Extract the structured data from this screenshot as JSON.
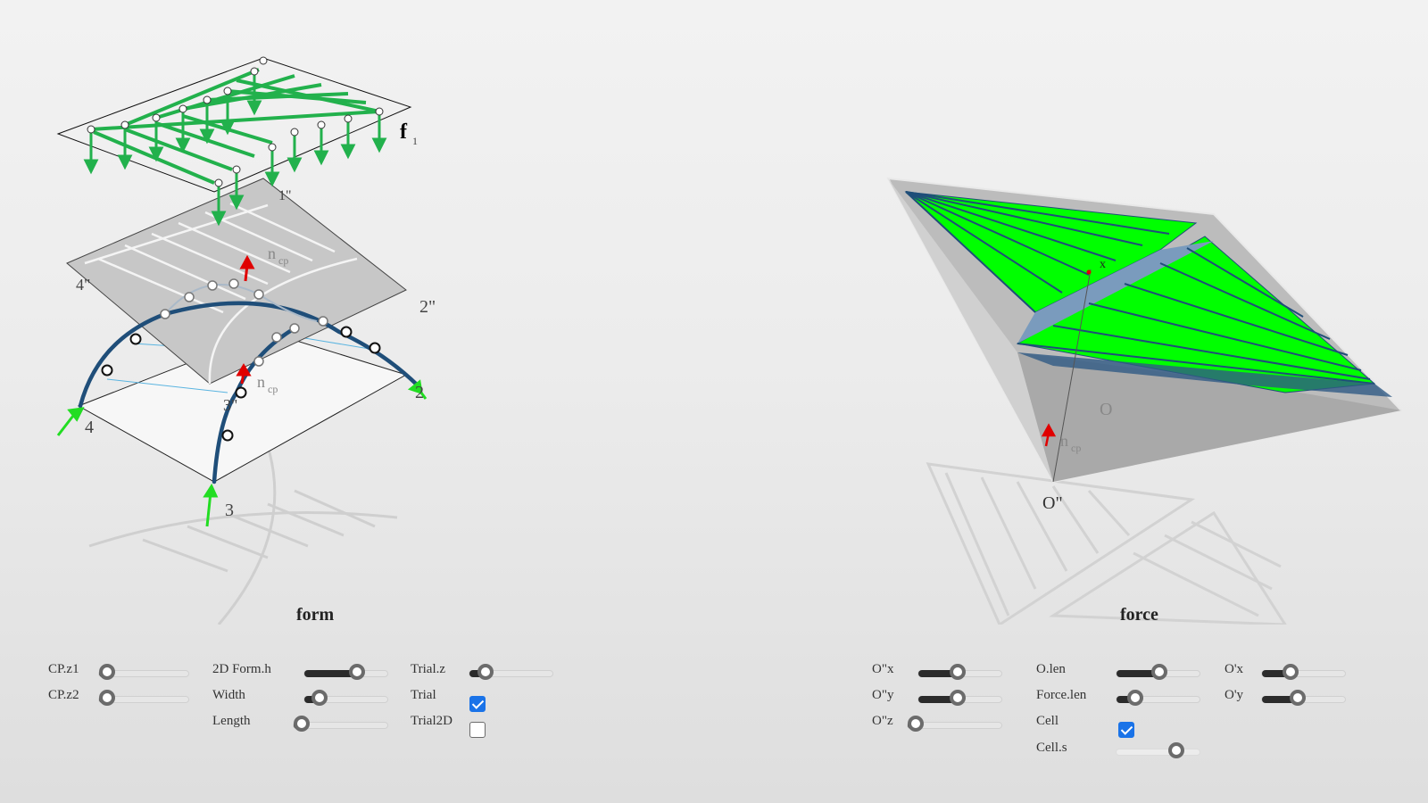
{
  "views": {
    "form": {
      "caption": "form",
      "labels": {
        "f1": "f",
        "f1_sub": "1",
        "n_cp_top": "n",
        "n_cp_top_sub": "cp",
        "n_cp_mid": "n",
        "n_cp_mid_sub": "cp",
        "node_1": "1\"",
        "node_2_top": "2\"",
        "node_2_bottom": "2",
        "node_3_top": "3\"",
        "node_3_bottom": "3",
        "node_4_top": "4\"",
        "node_4_bottom": "4"
      }
    },
    "force": {
      "caption": "force",
      "labels": {
        "O": "O",
        "O2": "O\"",
        "n_cp": "n",
        "n_cp_sub": "cp",
        "x": "x"
      }
    }
  },
  "controls": {
    "form": {
      "cp_z1": {
        "label": "CP.z1",
        "value": 0.0
      },
      "cp_z2": {
        "label": "CP.z2",
        "value": 0.0
      },
      "form_2d_h": {
        "label": "2D Form.h",
        "value": 0.65
      },
      "width": {
        "label": "Width",
        "value": 0.1
      },
      "length": {
        "label": "Length",
        "value": 0.0
      },
      "trial_z": {
        "label": "Trial.z",
        "value": 0.12
      },
      "trial": {
        "label": "Trial",
        "checked": true
      },
      "trial_2d": {
        "label": "Trial2D",
        "checked": false
      }
    },
    "force": {
      "o2_x": {
        "label": "O\"x",
        "value": 0.45
      },
      "o2_y": {
        "label": "O\"y",
        "value": 0.45
      },
      "o2_z": {
        "label": "O\"z",
        "value": 0.0
      },
      "o_len": {
        "label": "O.len",
        "value": 0.5
      },
      "force_len": {
        "label": "Force.len",
        "value": 0.15
      },
      "cell": {
        "label": "Cell",
        "checked": true
      },
      "cell_s": {
        "label": "Cell.s",
        "value": 0.75,
        "disabled": true
      },
      "o_prime_x": {
        "label": "O'x",
        "value": 0.3
      },
      "o_prime_y": {
        "label": "O'y",
        "value": 0.4
      }
    }
  },
  "colors": {
    "load_green": "#22b14c",
    "force_green": "#00ff00",
    "arch_blue": "#1f4e79",
    "surface_gray": "#bdbdbd",
    "normal_red": "#e00000",
    "checkbox_blue": "#1a73e8"
  }
}
